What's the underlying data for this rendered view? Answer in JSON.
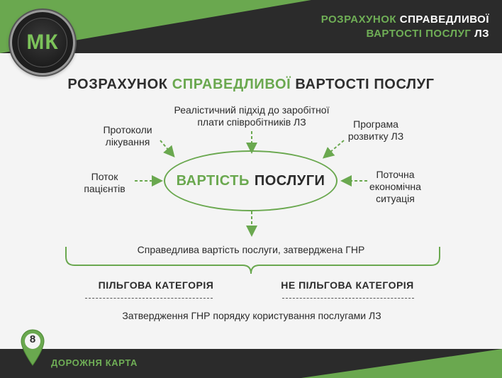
{
  "header": {
    "title_line1_green": "РОЗРАХУНОК",
    "title_line1_white": "СПРАВЕДЛИВОЇ",
    "title_line2_green": "ВАРТОСТІ ПОСЛУГ",
    "title_line2_white": "ЛЗ"
  },
  "logo": {
    "text": "МК"
  },
  "main_title": {
    "part1": "РОЗРАХУНОК",
    "part2_green": "СПРАВЕДЛИВОЇ",
    "part3": "ВАРТОСТІ ПОСЛУГ"
  },
  "diagram": {
    "center_part1_green": "ВАРТІСТЬ",
    "center_part2": "ПОСЛУГИ",
    "top_line1": "Реалістичний підхід до заробітної",
    "top_line2": "плати співробітників ЛЗ",
    "top_left_line1": "Протоколи",
    "top_left_line2": "лікування",
    "top_right_line1": "Програма",
    "top_right_line2": "розвитку ЛЗ",
    "left_line1": "Поток",
    "left_line2": "пацієнтів",
    "right_line1": "Поточна",
    "right_line2": "економічна",
    "right_line3": "ситуація",
    "result": "Справедлива вартість послуги, затверджена ГНР"
  },
  "categories": {
    "preferential": "ПІЛЬГОВА КАТЕГОРІЯ",
    "non_preferential": "НЕ ПІЛЬГОВА КАТЕГОРІЯ",
    "approval": "Затвердження ГНР порядку користування послугами ЛЗ"
  },
  "footer": {
    "page_number": "8",
    "label": "ДОРОЖНЯ КАРТА"
  },
  "colors": {
    "accent_green": "#6aa84f",
    "dark": "#2b2b2b",
    "background": "#f4f4f4"
  }
}
